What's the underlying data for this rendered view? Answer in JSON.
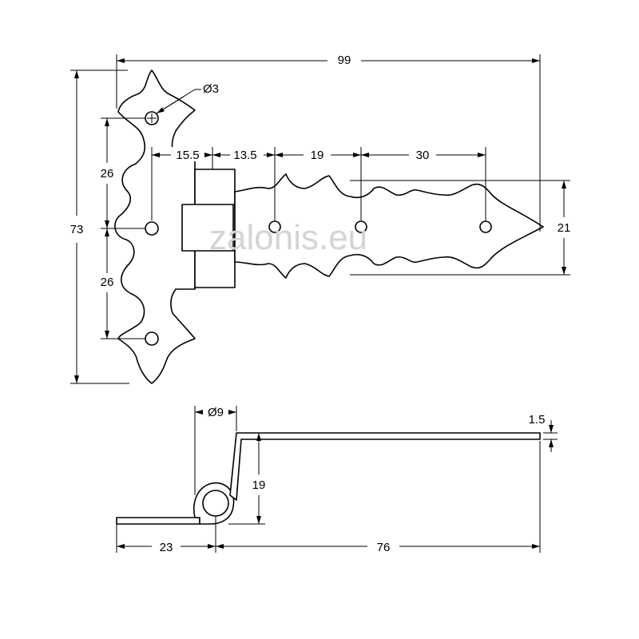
{
  "watermark": "zalonis.eu",
  "top_view": {
    "overall_width": "99",
    "overall_height": "73",
    "hole_diameter": "Ø3",
    "upper_hole_spacing": "26",
    "lower_hole_spacing": "26",
    "strap_offsets": [
      "15.5",
      "13.5",
      "19",
      "30"
    ],
    "strap_width": "21"
  },
  "side_view": {
    "knuckle_diameter": "Ø9",
    "leaf_thickness": "1.5",
    "leaf_height": "19",
    "plate_length": "23",
    "strap_length": "76"
  },
  "colors": {
    "line": "#000000",
    "watermark": "#d4d4d4"
  }
}
